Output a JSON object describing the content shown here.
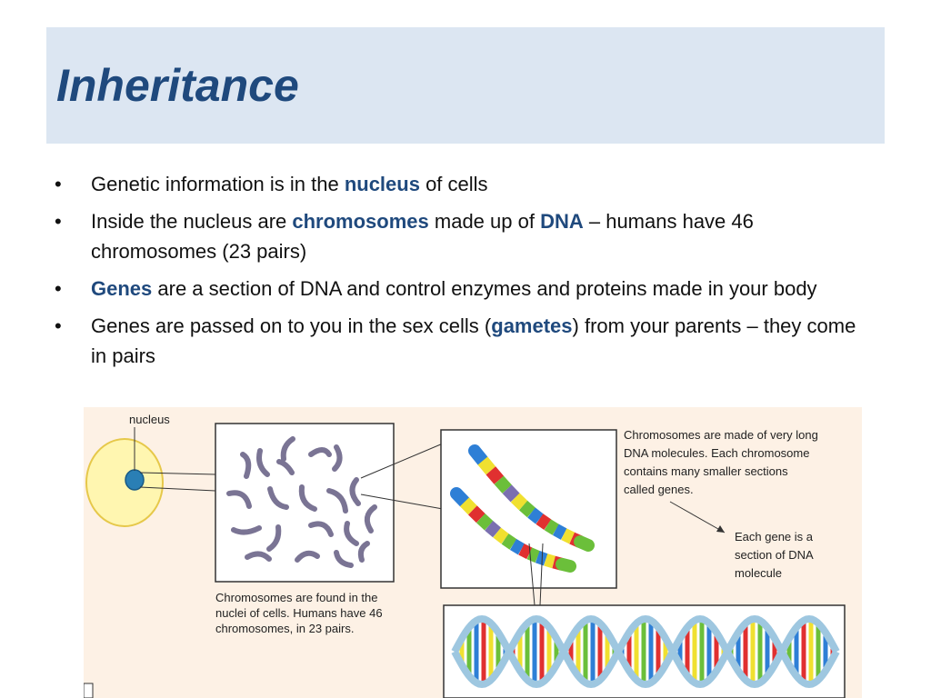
{
  "slide": {
    "title": "Inheritance",
    "bullets": [
      {
        "parts": [
          {
            "t": "Genetic information is in the "
          },
          {
            "t": "nucleus",
            "k": true
          },
          {
            "t": " of cells"
          }
        ]
      },
      {
        "parts": [
          {
            "t": "Inside the nucleus are "
          },
          {
            "t": "chromosomes",
            "k": true
          },
          {
            "t": " made up of "
          },
          {
            "t": "DNA",
            "k": true
          },
          {
            "t": " – humans have 46 chromosomes (23 pairs)"
          }
        ]
      },
      {
        "parts": [
          {
            "t": " "
          },
          {
            "t": "Genes",
            "k": true
          },
          {
            "t": " are a section of DNA and control enzymes and proteins made in your body"
          }
        ]
      },
      {
        "parts": [
          {
            "t": "Genes are passed on to you in the sex cells ("
          },
          {
            "t": "gametes",
            "k": true
          },
          {
            "t": ") from your parents – they come in pairs"
          }
        ]
      }
    ]
  },
  "figure": {
    "nucleus_label": "nucleus",
    "caption_found": [
      "Chromosomes are found in the",
      "nuclei of cells. Humans have 46",
      "chromosomes, in 23 pairs."
    ],
    "caption_made": [
      "Chromosomes are made of very long",
      "DNA molecules. Each chromosome",
      "contains many smaller sections",
      "called genes."
    ],
    "caption_gene": [
      "Each gene is a",
      "section of DNA",
      "molecule"
    ]
  },
  "colors": {
    "title": "#1f497d",
    "keyword": "#1f497d",
    "title_band": "#dce6f2",
    "figure_bg": "#fdf1e5"
  }
}
